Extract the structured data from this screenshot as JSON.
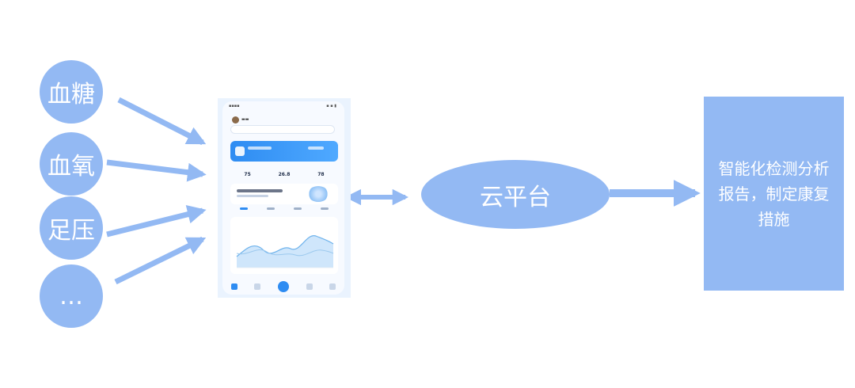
{
  "inputs": [
    {
      "label": "血糖"
    },
    {
      "label": "血氧"
    },
    {
      "label": "足压"
    },
    {
      "label": "…"
    }
  ],
  "cloud": {
    "label": "云平台"
  },
  "report": {
    "label": "智能化检测分析报告，制定康复措施"
  },
  "phone": {
    "stats": [
      "75",
      "26.8",
      "78"
    ]
  },
  "colors": {
    "node_fill": "#93b9f3",
    "arrow": "#93b9f3",
    "text": "#ffffff"
  }
}
